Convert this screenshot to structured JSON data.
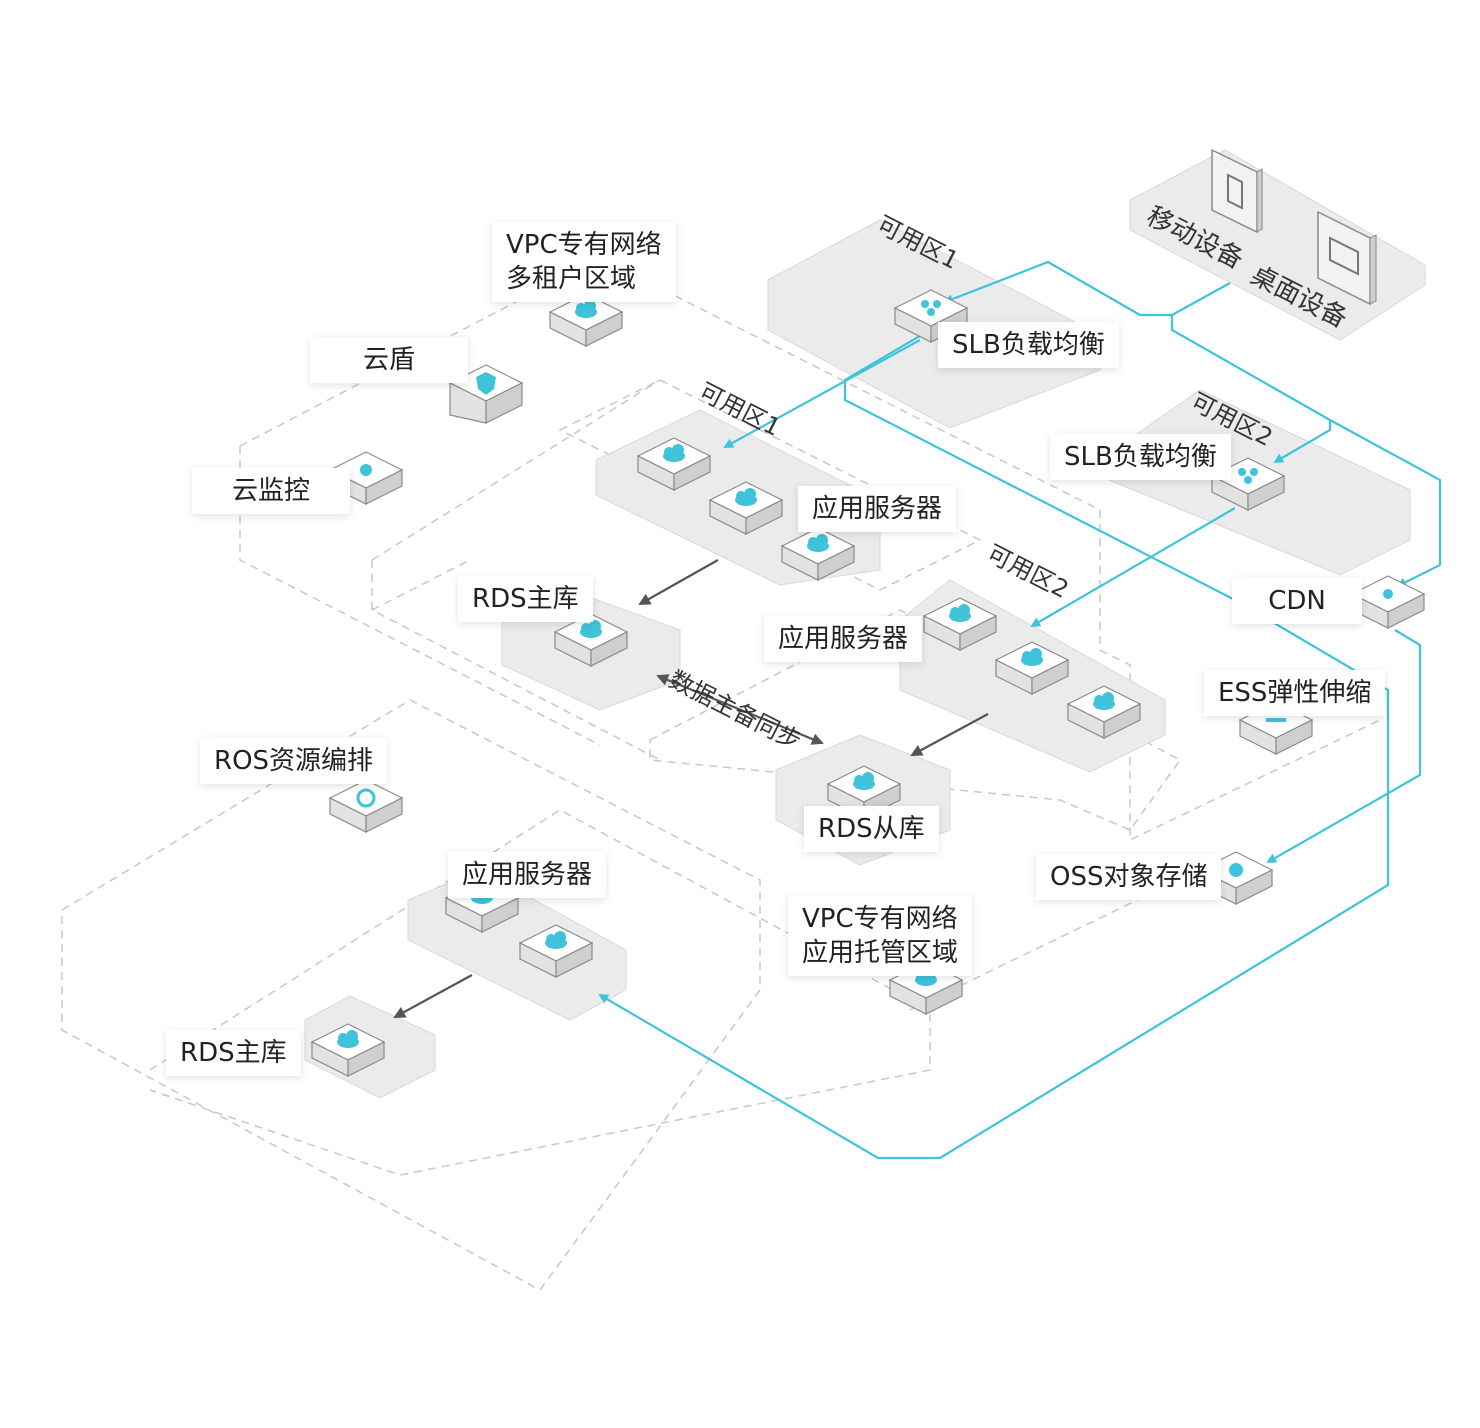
{
  "zones": {
    "az1_top": "可用区1",
    "az2_top": "可用区2",
    "az1_mid": "可用区1",
    "az2_mid": "可用区2"
  },
  "devices": {
    "mobile": "移动设备",
    "desktop": "桌面设备"
  },
  "labels": {
    "vpc_multi_tenant": [
      "VPC专有网络",
      "多租户区域"
    ],
    "cloud_shield": "云盾",
    "cloud_monitor": "云监控",
    "slb1": "SLB负载均衡",
    "slb2": "SLB负载均衡",
    "app_server_az1": "应用服务器",
    "app_server_az2": "应用服务器",
    "rds_master": "RDS主库",
    "rds_slave": "RDS从库",
    "data_sync": "数据主备同步",
    "cdn": "CDN",
    "ess": "ESS弹性伸缩",
    "ros": "ROS资源编排",
    "oss": "OSS对象存储",
    "app_server_hosted": "应用服务器",
    "vpc_hosted": [
      "VPC专有网络",
      "应用托管区域"
    ],
    "rds_master_hosted": "RDS主库"
  },
  "colors": {
    "accent": "#3ec3db",
    "dark_arrow": "#555555",
    "zone_fill": "#ebebeb",
    "dashed": "#c8c8c8"
  }
}
